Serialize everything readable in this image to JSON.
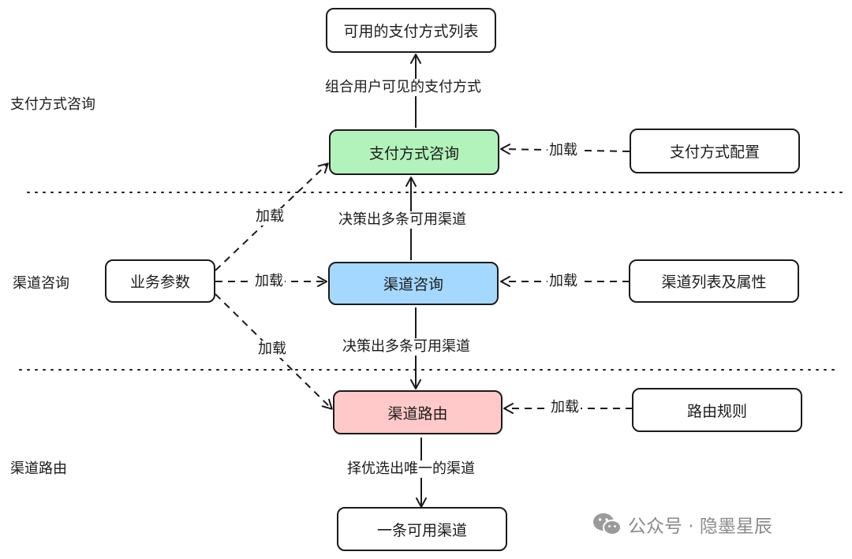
{
  "sections": {
    "payment_query": "支付方式咨询",
    "channel_query": "渠道咨询",
    "channel_routing": "渠道路由"
  },
  "nodes": {
    "available_list": "可用的支付方式列表",
    "payment_query": "支付方式咨询",
    "payment_config": "支付方式配置",
    "biz_params": "业务参数",
    "channel_query": "渠道咨询",
    "channel_list_attrs": "渠道列表及属性",
    "channel_routing": "渠道路由",
    "routing_rules": "路由规则",
    "one_channel": "一条可用渠道"
  },
  "edges": {
    "compose_visible": "组合用户可见的支付方式",
    "load_config": "加载",
    "decide_multi_top": "决策出多条可用渠道",
    "load_biz_to_payment": "加载",
    "load_biz_to_channel": "加载",
    "load_channel_list": "加载",
    "decide_multi_bottom": "决策出多条可用渠道",
    "load_biz_to_routing": "加载",
    "load_rules": "加载",
    "select_unique": "择优选出唯一的渠道"
  },
  "watermark": {
    "icon": "wechat-icon",
    "text": "公众号 · 隐墨星辰"
  },
  "colors": {
    "payment_query_fill": "#b2f2bb",
    "channel_query_fill": "#a5d8ff",
    "channel_routing_fill": "#ffc9c9",
    "stroke": "#1b1b1b"
  }
}
